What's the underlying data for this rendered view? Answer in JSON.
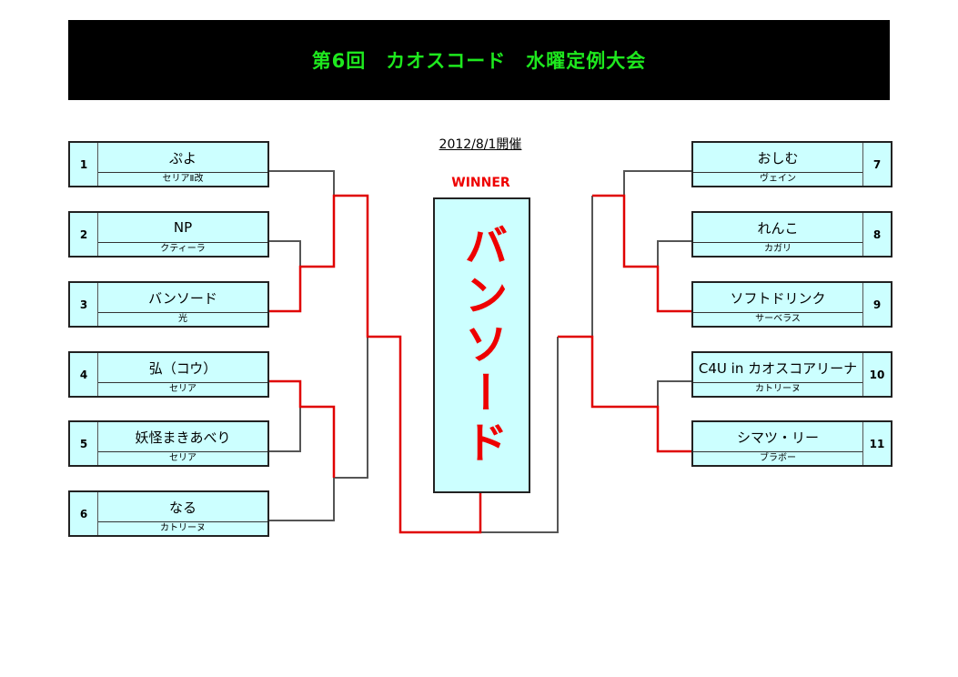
{
  "title": "第6回　カオスコード　水曜定例大会",
  "date": "2012/8/1開催",
  "winner_label": "WINNER",
  "winner": "バンソード",
  "left": [
    {
      "seed": "1",
      "name": "ぷよ",
      "team": "セリアⅡ改"
    },
    {
      "seed": "2",
      "name": "NP",
      "team": "クティーラ"
    },
    {
      "seed": "3",
      "name": "バンソード",
      "team": "光"
    },
    {
      "seed": "4",
      "name": "弘（コウ）",
      "team": "セリア"
    },
    {
      "seed": "5",
      "name": "妖怪まきあべり",
      "team": "セリア"
    },
    {
      "seed": "6",
      "name": "なる",
      "team": "カトリーヌ"
    }
  ],
  "right": [
    {
      "seed": "7",
      "name": "おしむ",
      "team": "ヴェイン"
    },
    {
      "seed": "8",
      "name": "れんこ",
      "team": "カガリ"
    },
    {
      "seed": "9",
      "name": "ソフトドリンク",
      "team": "サーベラス"
    },
    {
      "seed": "10",
      "name": "C4U in カオスコアリーナ",
      "team": "カトリーヌ"
    },
    {
      "seed": "11",
      "name": "シマツ・リー",
      "team": "ブラボー"
    }
  ],
  "colors": {
    "win_line": "#e00000",
    "lose_line": "#444444",
    "box_fill": "#ccffff",
    "title": "#1ee81e"
  }
}
